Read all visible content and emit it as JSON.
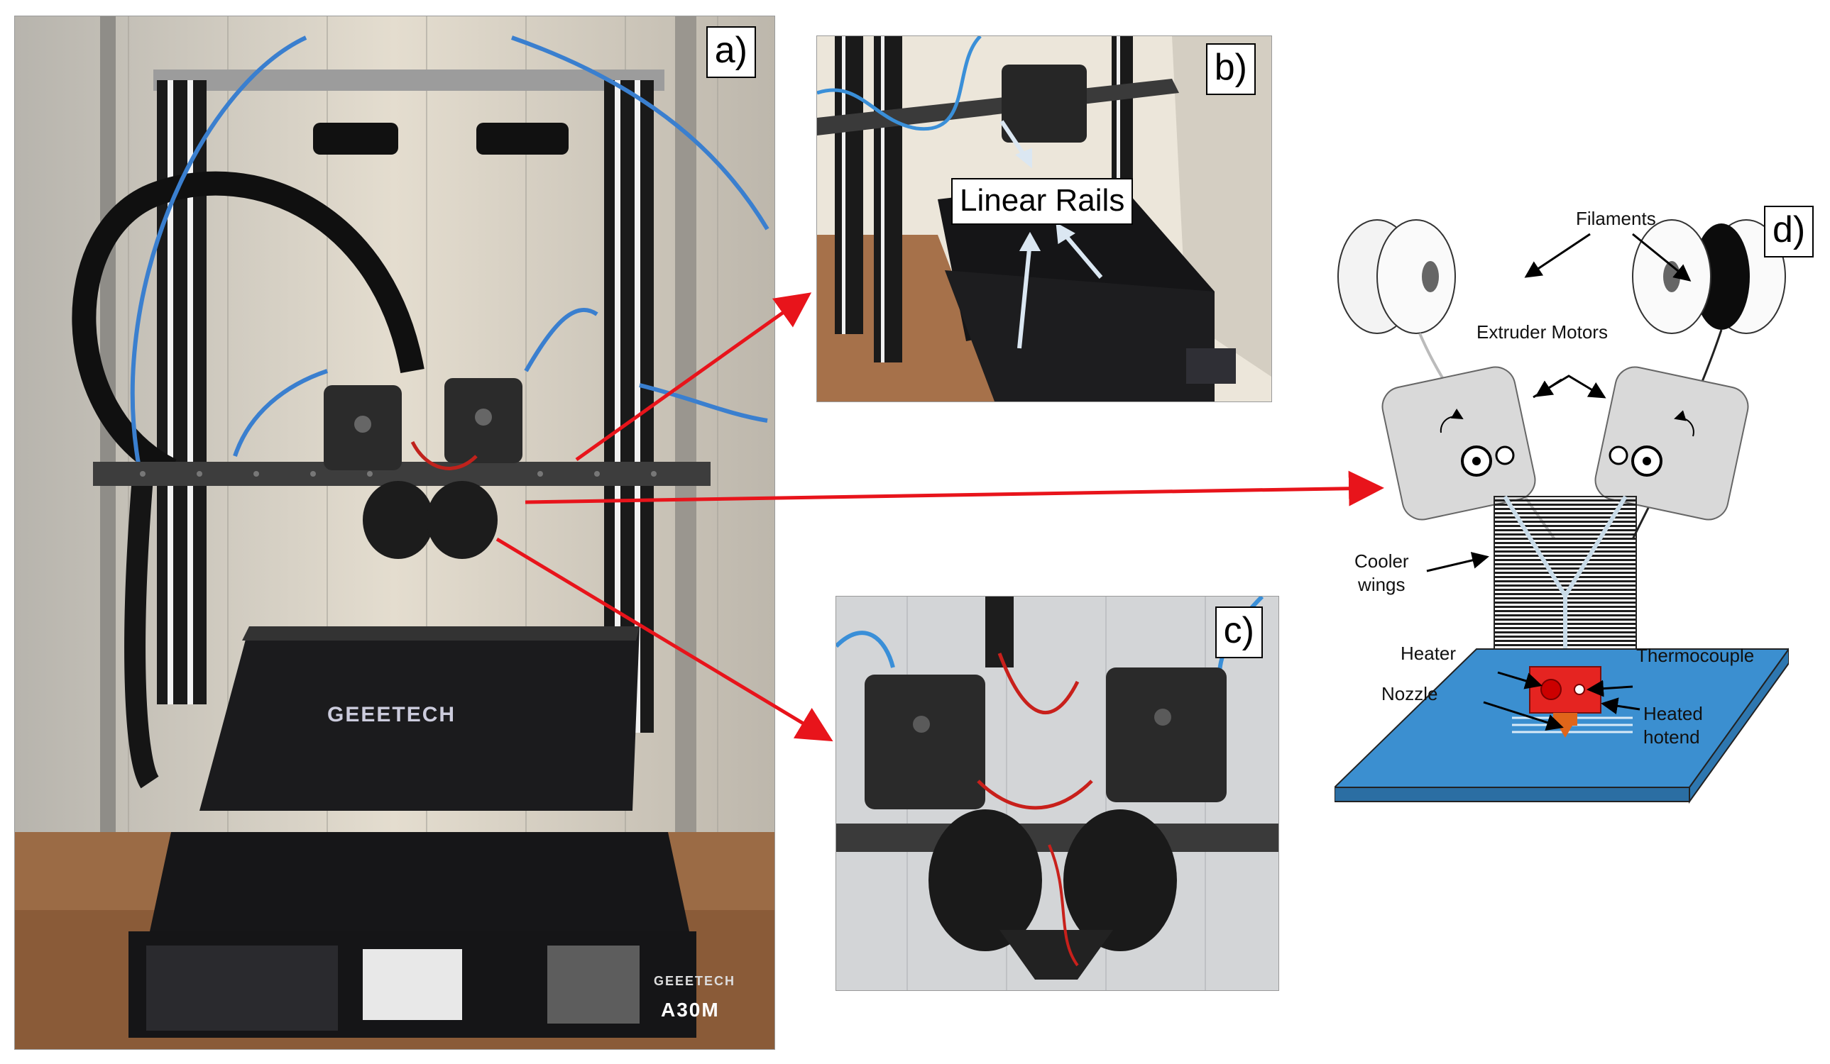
{
  "panels": {
    "a": {
      "label": "a)",
      "bed_brand": "GEEETECH",
      "base_brand": "GEEETECH",
      "base_model": "A30M"
    },
    "b": {
      "label": "b)",
      "annotation": "Linear Rails"
    },
    "c": {
      "label": "c)"
    },
    "d": {
      "label": "d)",
      "filaments": "Filaments",
      "extruder_motors": "Extruder Motors",
      "cooler_wings": "Cooler\nwings",
      "heater": "Heater",
      "thermocouple": "Thermocouple",
      "nozzle": "Nozzle",
      "heated_hotend": "Heated\nhotend"
    }
  },
  "colors": {
    "arrow": "#e8141b",
    "bed_blue": "#3b8fd0",
    "hotend_red": "#e52421",
    "nozzle_orange": "#e0651a",
    "motor_grey": "#d9d9d9"
  }
}
